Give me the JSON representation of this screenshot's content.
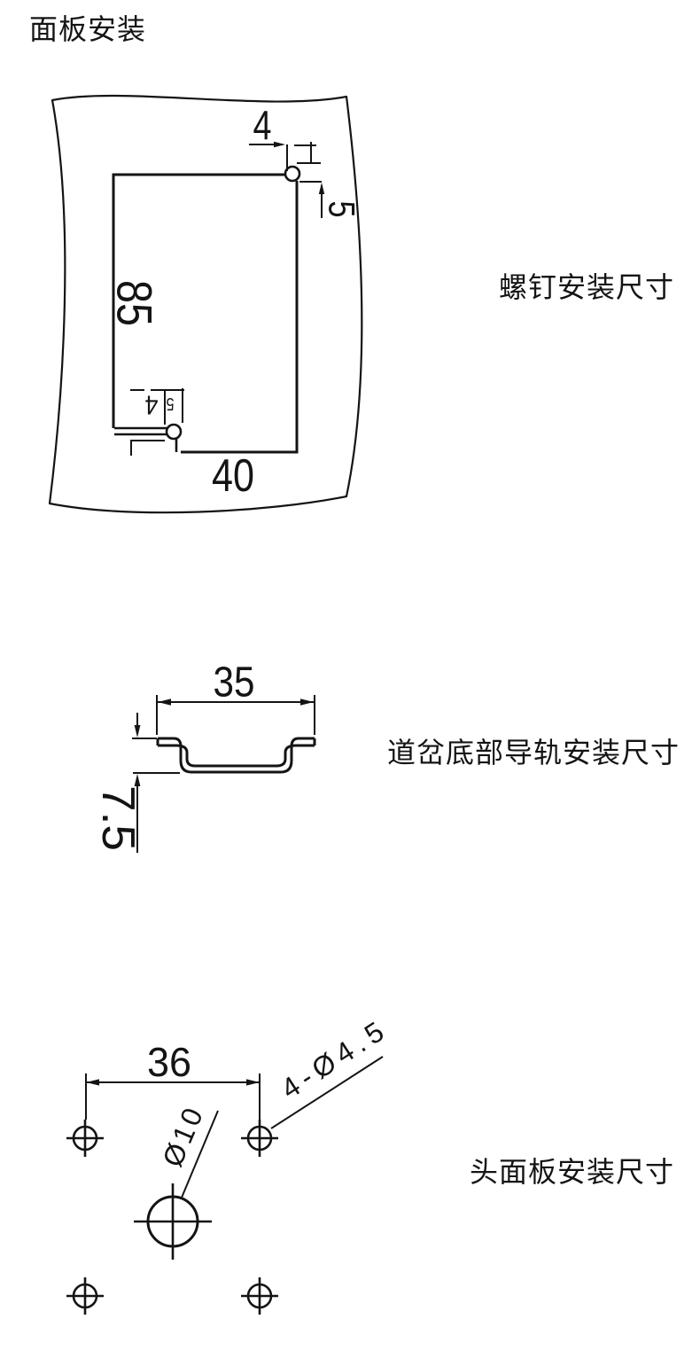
{
  "title": "面板安装",
  "colors": {
    "ink": "#141414",
    "bg": "#ffffff"
  },
  "screw_diagram": {
    "caption": "螺钉安装尺寸",
    "dim_top_offset": "4",
    "dim_right_offset": "5",
    "dim_height": "85",
    "dim_width": "40",
    "dim_bottom_offset": "4",
    "dim_bottom_offset_small": "5"
  },
  "rail_diagram": {
    "caption": "道岔底部导轨安装尺寸",
    "dim_width": "35",
    "dim_depth": "7.5"
  },
  "panel_diagram": {
    "caption": "头面板安装尺寸",
    "dim_hole_spacing": "36",
    "callout_corner_holes": "4-Ø4.5",
    "callout_center_hole": "Ø10"
  }
}
